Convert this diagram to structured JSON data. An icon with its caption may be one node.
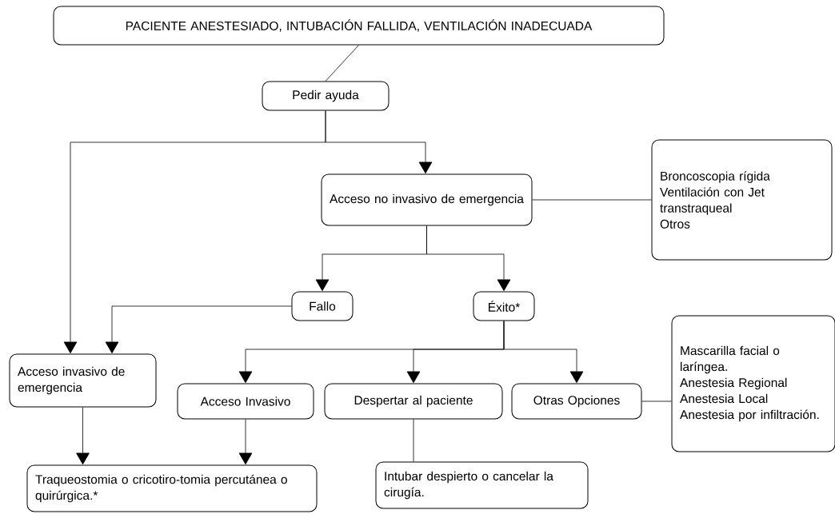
{
  "diagram": {
    "nodes": [
      {
        "text": [
          "PACIENTE ANESTESIADO, INTUBACIÓN FALLIDA, VENTILACIÓN INADECUADA"
        ]
      },
      {
        "text": [
          "Pedir ayuda"
        ]
      },
      {
        "text": [
          "Acceso no invasivo de emergencia"
        ]
      },
      {
        "text": [
          "Broncoscopia rígida",
          "Ventilación con Jet transtraqueal",
          "Otros"
        ]
      },
      {
        "text": [
          "Fallo"
        ]
      },
      {
        "text": [
          "Éxito*"
        ]
      },
      {
        "text": [
          "Acceso invasivo de emergencia"
        ]
      },
      {
        "text": [
          "Acceso Invasivo"
        ]
      },
      {
        "text": [
          "Despertar al paciente"
        ]
      },
      {
        "text": [
          "Otras Opciones"
        ]
      },
      {
        "text": [
          "Mascarilla facial o laríngea.",
          "Anestesia Regional",
          "Anestesia Local",
          "Anestesia por infiltración."
        ]
      },
      {
        "text": [
          "Traqueostomia o cricotiro-tomia percutánea o quirúrgica.*"
        ]
      },
      {
        "text": [
          "Intubar despierto o cancelar la cirugía."
        ]
      }
    ],
    "edges": [
      {
        "from": 0,
        "to": 1,
        "arrow": "none"
      },
      {
        "from": 1,
        "to": 2,
        "arrow": "to"
      },
      {
        "from": 1,
        "to": 6,
        "arrow": "to"
      },
      {
        "from": 2,
        "to": 3,
        "arrow": "none"
      },
      {
        "from": 2,
        "to": 4,
        "arrow": "to"
      },
      {
        "from": 2,
        "to": 5,
        "arrow": "to"
      },
      {
        "from": 4,
        "to": 6,
        "arrow": "to"
      },
      {
        "from": 5,
        "to": 7,
        "arrow": "to"
      },
      {
        "from": 5,
        "to": 8,
        "arrow": "to"
      },
      {
        "from": 5,
        "to": 9,
        "arrow": "to"
      },
      {
        "from": 9,
        "to": 10,
        "arrow": "none"
      },
      {
        "from": 6,
        "to": 11,
        "arrow": "to"
      },
      {
        "from": 7,
        "to": 11,
        "arrow": "to"
      },
      {
        "from": 8,
        "to": 12,
        "arrow": "none"
      }
    ]
  }
}
